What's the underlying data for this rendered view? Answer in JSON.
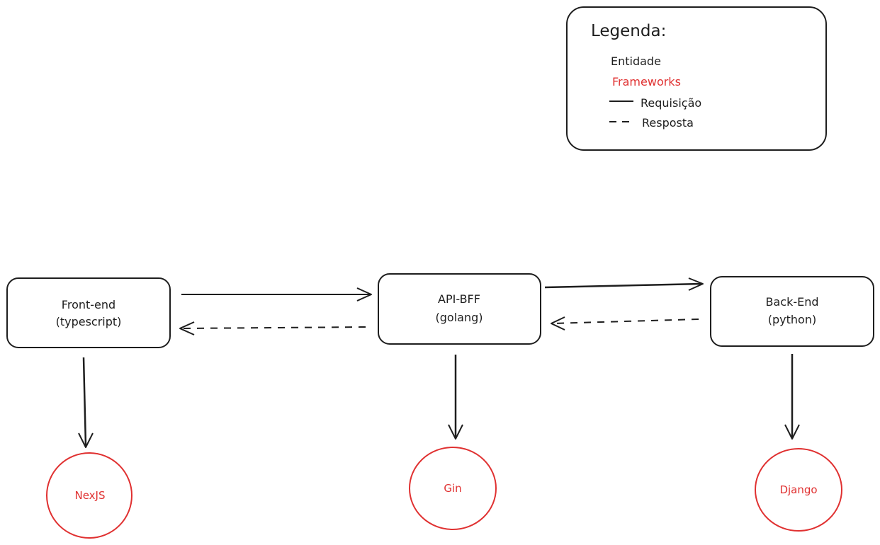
{
  "colors": {
    "stroke": "#1e1e1e",
    "framework": "#e03131",
    "background": "#ffffff"
  },
  "legend": {
    "title": "Legenda:",
    "entity": "Entidade",
    "frameworks": "Frameworks",
    "request": "Requisição",
    "response": "Resposta"
  },
  "entities": {
    "frontend": {
      "name": "Front-end",
      "lang": "(typescript)"
    },
    "api": {
      "name": "API-BFF",
      "lang": "(golang)"
    },
    "backend": {
      "name": "Back-End",
      "lang": "(python)"
    }
  },
  "frameworks": {
    "frontend": "NexJS",
    "api": "Gin",
    "backend": "Django"
  }
}
